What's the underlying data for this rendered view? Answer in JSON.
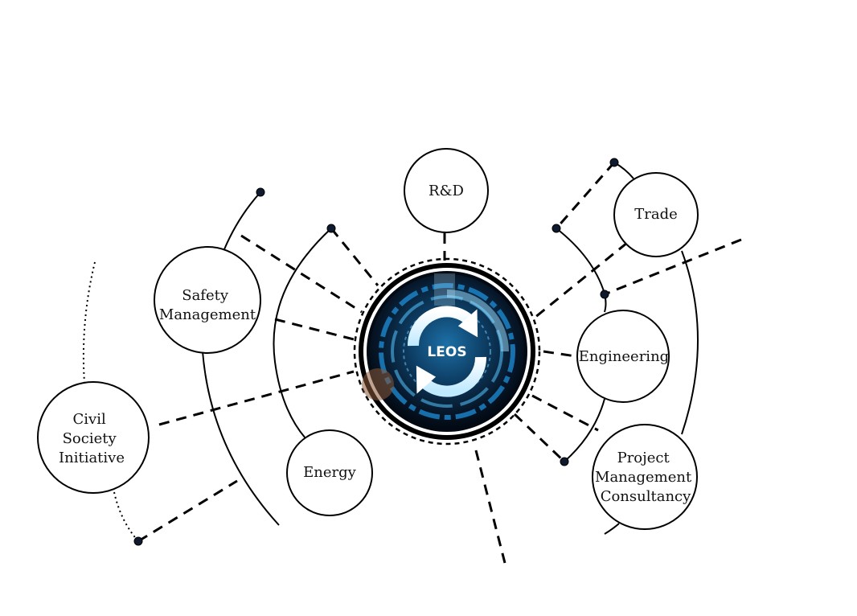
{
  "hub": {
    "label": "LEOS",
    "icon": "refresh-cycle-icon"
  },
  "nodes": [
    {
      "id": "rd",
      "lines": [
        "R&D"
      ]
    },
    {
      "id": "trade",
      "lines": [
        "Trade"
      ]
    },
    {
      "id": "safety",
      "lines": [
        "Safety",
        "Management"
      ]
    },
    {
      "id": "engineering",
      "lines": [
        "Engineering"
      ]
    },
    {
      "id": "civil",
      "lines": [
        "Civil",
        "Society",
        "Initiative"
      ]
    },
    {
      "id": "energy",
      "lines": [
        "Energy"
      ]
    },
    {
      "id": "pmc",
      "lines": [
        "Project",
        "Management",
        "Consultancy"
      ]
    }
  ],
  "colors": {
    "hub_dark": "#0a1a2e",
    "hub_blue": "#1e8fd8",
    "hub_glow": "#6fd3ff",
    "line": "#000000",
    "joint": "#0f1a2e"
  }
}
